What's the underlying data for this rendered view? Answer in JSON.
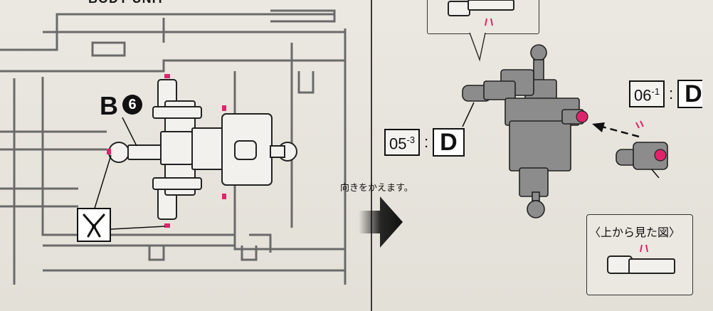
{
  "section_title": "BODY UNIT",
  "runner_part": {
    "runner": "B",
    "number": "6"
  },
  "instruction_caption": "向きをかえます。",
  "part_ref_left": {
    "code": "05",
    "sub": "-3",
    "colon": ":",
    "runner": "D"
  },
  "part_ref_right": {
    "code": "06",
    "sub": "-1",
    "colon": ":",
    "runner": "D"
  },
  "top_view_caption": "〈上から見た図〉",
  "colors": {
    "accent_pink": "#e0246c",
    "ink": "#111111",
    "paper": "#e6e3dc",
    "part_gray": "#8c8c8c"
  },
  "icons": [
    "nipper-icon",
    "direction-arrow-icon",
    "insert-arrow-icon"
  ]
}
